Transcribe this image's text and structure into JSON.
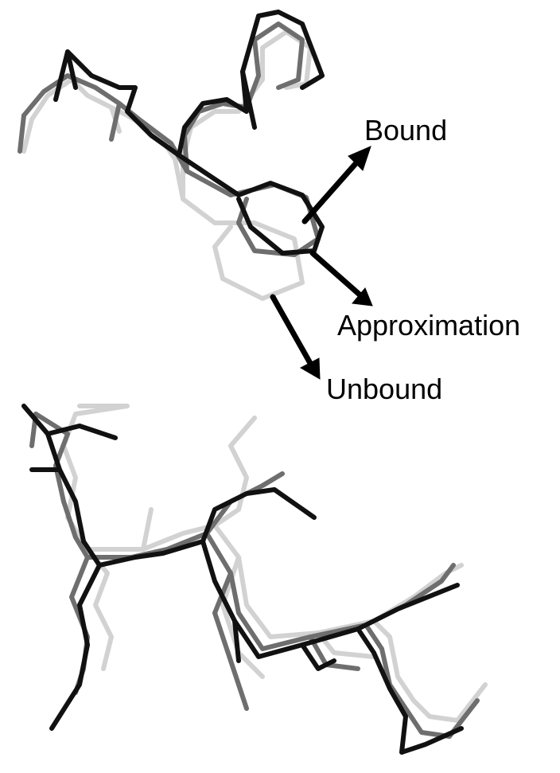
{
  "labels": {
    "bound": "Bound",
    "approximation": "Approximation",
    "unbound": "Unbound"
  },
  "colors": {
    "bound": "#111111",
    "approximation": "#6e6e6e",
    "unbound": "#d2d2d2",
    "arrow": "#000000",
    "background": "#ffffff"
  },
  "conformers": [
    "bound",
    "approximation",
    "unbound"
  ]
}
